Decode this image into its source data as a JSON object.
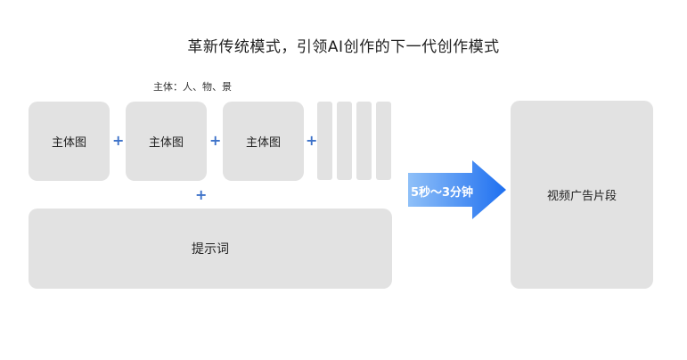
{
  "title": "革新传统模式，引领AI创作的下一代创作模式",
  "subject_caption": "主体：人、物、景",
  "subject_boxes": [
    "主体图",
    "主体图",
    "主体图"
  ],
  "plus_sign": "+",
  "prompt_label": "提示词",
  "arrow_label": "5秒～3分钟",
  "output_label": "视频广告片段",
  "colors": {
    "box_fill": "#e2e2e2",
    "plus_color": "#3d72c9",
    "arrow_light": "#8fc0f8",
    "arrow_dark": "#1e6ff0"
  }
}
